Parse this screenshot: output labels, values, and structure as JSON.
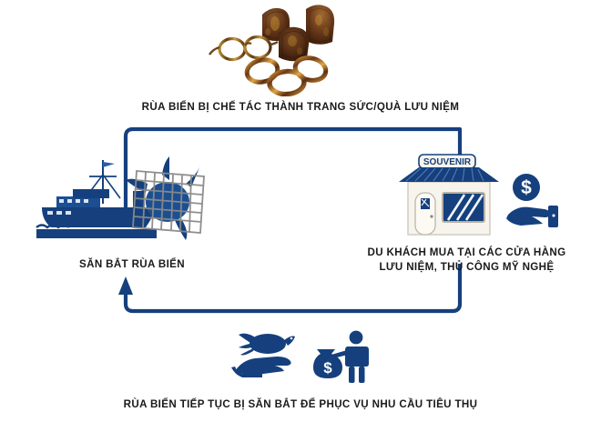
{
  "meta": {
    "language": "vi",
    "diagram_type": "cycle",
    "background": "#ffffff"
  },
  "colors": {
    "primary_blue": "#15407d",
    "dark_blue": "#10336a",
    "mid_blue": "#1c4f92",
    "text_black": "#1a1a1a",
    "net_gray": "#8a8a8a",
    "shop_wall": "#f7f4ee",
    "shell_brown": "#6b3a1e",
    "shell_amber": "#c8862c"
  },
  "captions": {
    "top": "RÙA BIỂN BỊ CHẾ TÁC THÀNH TRANG SỨC/QUÀ LƯU NIỆM",
    "left": "SĂN BẮT RÙA BIỂN",
    "right": "DU KHÁCH MUA TẠI CÁC CỬA HÀNG\nLƯU NIỆM, THỦ CÔNG MỸ NGHỆ",
    "bottom": "RÙA BIỂN TIẾP TỤC BỊ SĂN BẮT ĐỂ PHỤC VỤ NHU CẦU TIÊU THỤ"
  },
  "shop": {
    "sign_label": "SOUVENIR"
  },
  "icons": {
    "eyeglasses": "tortoiseshell-eyeglasses-icon",
    "shell_scutes": "turtle-shell-scutes-icon",
    "bangles": "tortoiseshell-bangles-icon",
    "fishing_boat": "fishing-boat-icon",
    "turtle_in_net": "turtle-caught-in-net-icon",
    "souvenir_shop": "souvenir-shop-icon",
    "hand_with_coin": "hand-holding-dollar-coin-icon",
    "hand_with_turtle": "hand-holding-sea-turtle-icon",
    "person_with_money_bag": "person-with-money-bag-icon",
    "arrow_top": "arrow-right-down-icon",
    "arrow_bottom": "arrow-left-up-icon"
  },
  "cycle_steps": [
    {
      "index": 1,
      "label": "SĂN BẮT RÙA BIỂN",
      "position": "left"
    },
    {
      "index": 2,
      "label": "RÙA BIỂN BỊ CHẾ TÁC THÀNH TRANG SỨC/QUÀ LƯU NIỆM",
      "position": "top"
    },
    {
      "index": 3,
      "label": "DU KHÁCH MUA TẠI CÁC CỬA HÀNG LƯU NIỆM, THỦ CÔNG MỸ NGHỆ",
      "position": "right"
    },
    {
      "index": 4,
      "label": "RÙA BIỂN TIẾP TỤC BỊ SĂN BẮT ĐỂ PHỤC VỤ NHU CẦU TIÊU THỤ",
      "position": "bottom"
    }
  ],
  "dollar_symbol": "$"
}
